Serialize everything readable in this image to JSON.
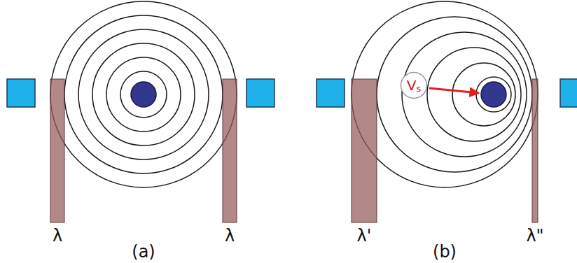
{
  "diagram": {
    "nodes": [
      {
        "text": [
          "V",
          "s"
        ]
      }
    ],
    "labels": [
      "λ",
      "λ",
      "λ'",
      "λ\"",
      "(a)",
      "(b)"
    ]
  }
}
